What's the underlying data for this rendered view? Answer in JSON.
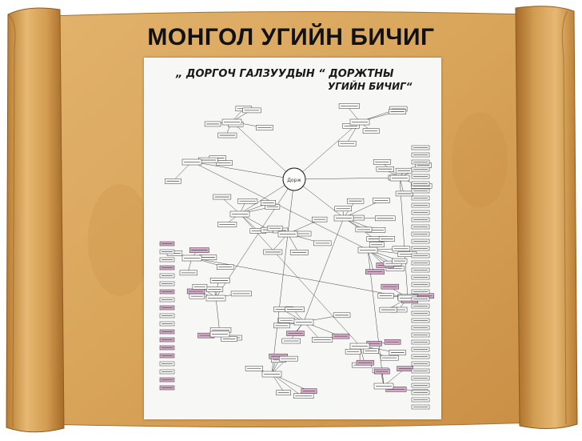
{
  "slide": {
    "title": "МОНГОЛ УГИЙН БИЧИГ",
    "colors": {
      "parchment": "#d9a55a",
      "parchment_dark": "#a9722e",
      "paper": "#f7f7f5",
      "ink": "#1a1a1a",
      "highlight": "#d9a6c8"
    }
  },
  "document": {
    "heading_line1": "„ ДОРГОЧ ГАЛЗУУДЫН “ ДОРЖТНЫ",
    "heading_line2": "УГИЙН БИЧИГ“",
    "center_node": "Дорж"
  }
}
